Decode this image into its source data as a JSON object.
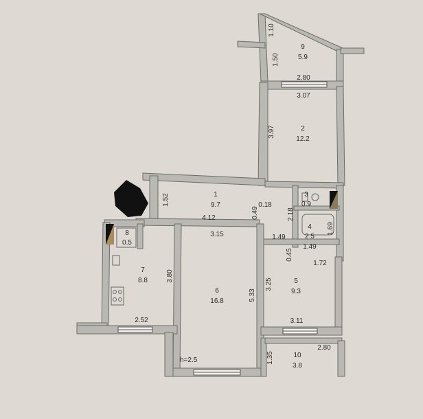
{
  "rooms": [
    {
      "id": "9",
      "area": "5.9"
    },
    {
      "id": "2",
      "area": "12.2"
    },
    {
      "id": "1",
      "area": "9.7"
    },
    {
      "id": "3",
      "area": "0.9"
    },
    {
      "id": "4",
      "area": "2.5"
    },
    {
      "id": "8",
      "area": "0.5"
    },
    {
      "id": "7",
      "area": "8.8"
    },
    {
      "id": "6",
      "area": "16.8"
    },
    {
      "id": "5",
      "area": "9.3"
    },
    {
      "id": "10",
      "area": "3.8"
    }
  ],
  "dimensions": {
    "room9_height_top": "1.10",
    "room9_height": "1.50",
    "room9_width": "2.80",
    "room2_width": "3.07",
    "room2_height": "3.97",
    "room1_height": "1.52",
    "room1_width": "4.12",
    "room1_wall_a": "0.49",
    "room1_wall_b": "0.18",
    "room3_height": "2.18",
    "room4_height": "1.69",
    "room4_width_top": "1.49",
    "room4_width_bottom": "1.49",
    "room4_offset": "0.45",
    "room6_width": "3.15",
    "room6_height": "5.33",
    "room7_height": "3.80",
    "room7_width": "2.52",
    "room5_width": "1.72",
    "room5_height": "3.25",
    "room5_width_bottom": "3.11",
    "room10_width": "2.80",
    "room10_height": "1.35"
  },
  "ceiling_height": "h=2.5",
  "colors": {
    "paper": "#dedad3",
    "wall": "#b9b8b2",
    "ink": "#2b2b2b"
  }
}
